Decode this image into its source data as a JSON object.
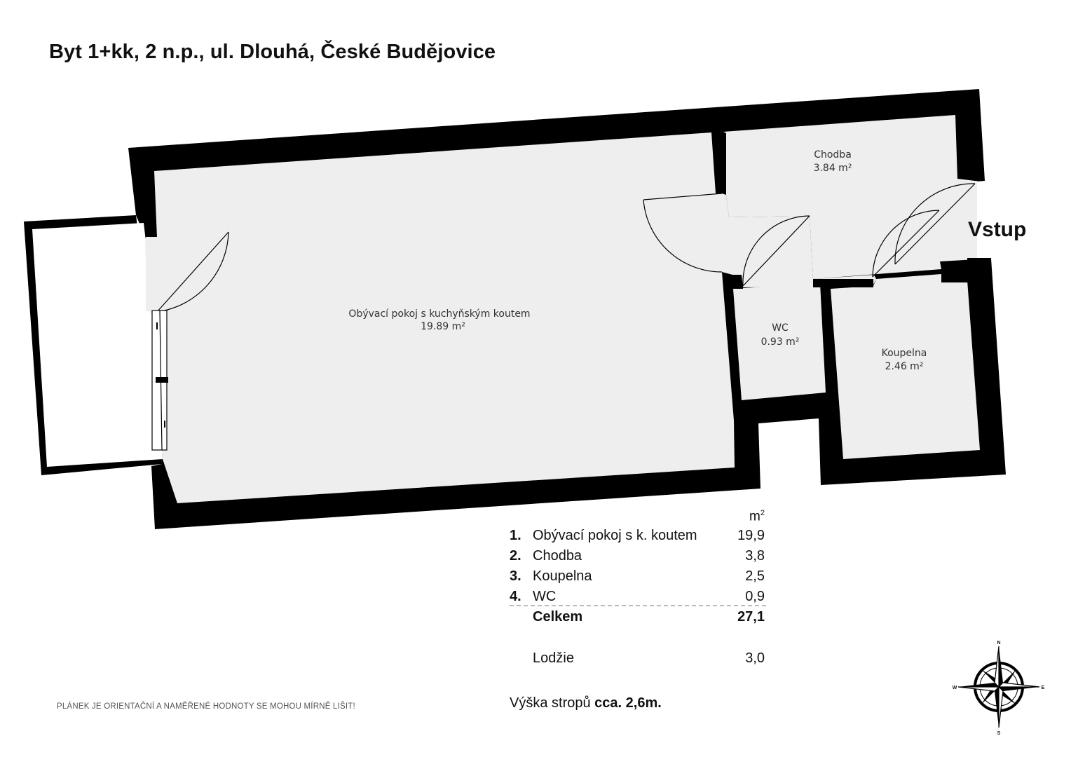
{
  "title": "Byt 1+kk, 2 n.p., ul. Dlouhá, České Budějovice",
  "rooms": {
    "living": {
      "name": "Obývací pokoj s kuchyňským koutem",
      "area": "19.89 m²"
    },
    "hall": {
      "name": "Chodba",
      "area": "3.84 m²"
    },
    "wc": {
      "name": "WC",
      "area": "0.93 m²"
    },
    "bathroom": {
      "name": "Koupelna",
      "area": "2.46 m²"
    }
  },
  "entrance_label": "Vstup",
  "table": {
    "unit": "m",
    "unit_sup": "2",
    "rows": [
      {
        "num": "1.",
        "name": "Obývací pokoj s k. koutem",
        "value": "19,9"
      },
      {
        "num": "2.",
        "name": "Chodba",
        "value": "3,8"
      },
      {
        "num": "3.",
        "name": "Koupelna",
        "value": "2,5"
      },
      {
        "num": "4.",
        "name": "WC",
        "value": "0,9"
      }
    ],
    "total": {
      "name": "Celkem",
      "value": "27,1"
    },
    "extra": {
      "name": "Lodžie",
      "value": "3,0"
    }
  },
  "ceiling": {
    "prefix": "Výška stropů ",
    "value": "cca. 2,6m."
  },
  "disclaimer": "PLÁNEK JE ORIENTAČNÍ A NAMĚŘENÉ HODNOTY SE MOHOU MÍRNĚ LIŠIT!",
  "compass": {
    "n": "N",
    "s": "S",
    "e": "E",
    "w": "W"
  },
  "colors": {
    "wall": "#000000",
    "floor": "#eeeeee",
    "text": "#111111"
  }
}
